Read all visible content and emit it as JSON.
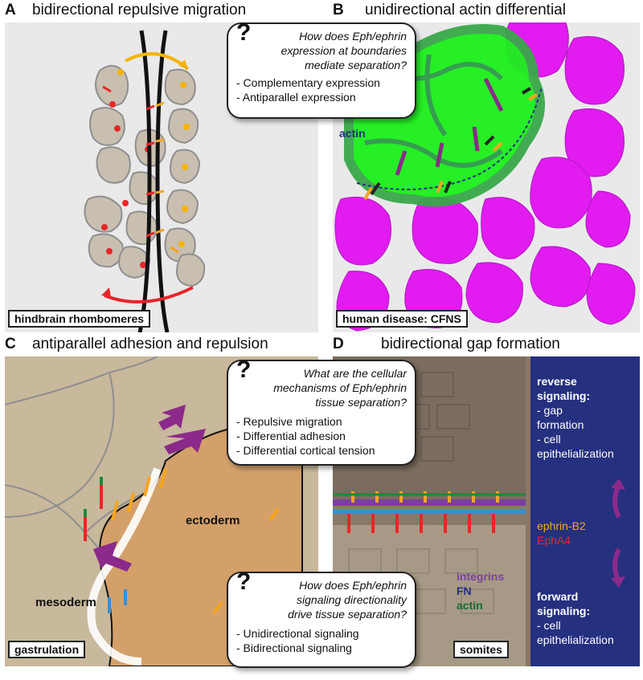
{
  "panels": {
    "a": {
      "letter": "A",
      "title": "bidirectional repulsive migration",
      "label": "hindbrain rhombomeres"
    },
    "b": {
      "letter": "B",
      "title": "unidirectional actin differential",
      "label": "human disease: CFNS",
      "actin_label": "actin"
    },
    "c": {
      "letter": "C",
      "title": "antiparallel adhesion and repulsion",
      "label": "gastrulation",
      "ectoderm_label": "ectoderm",
      "mesoderm_label": "mesoderm"
    },
    "d": {
      "letter": "D",
      "title": "bidirectional gap formation",
      "label": "somites",
      "legend": {
        "integrins": "integrins",
        "fn": "FN",
        "actin": "actin"
      },
      "side": {
        "reverse_title": "reverse",
        "reverse_title2": "signaling:",
        "reverse_items": [
          "- gap",
          "formation",
          "- cell",
          "epithelialization"
        ],
        "ligand": "ephrin-B2",
        "receptor": "EphA4",
        "forward_title": "forward",
        "forward_title2": "signaling:",
        "forward_items": [
          "- cell",
          "epithelialization"
        ]
      }
    }
  },
  "bubbles": {
    "top": {
      "q": "?",
      "lines": [
        "How does Eph/ephrin",
        "expression at boundaries",
        "mediate separation?"
      ],
      "items": [
        "- Complementary expression",
        "- Antiparallel expression"
      ]
    },
    "middle": {
      "q": "?",
      "lines": [
        "What are the cellular",
        "mechanisms of Eph/ephrin",
        "tissue separation?"
      ],
      "items": [
        "- Repulsive migration",
        "- Differential adhesion",
        "- Differential cortical tension"
      ]
    },
    "bottom": {
      "q": "?",
      "lines": [
        "How does Eph/ephrin",
        "signaling directionality",
        "drive tissue separation?"
      ],
      "items": [
        "- Unidirectional signaling",
        "- Bidirectional signaling"
      ]
    }
  },
  "colors": {
    "ephrin": "#f5a51f",
    "eph": "#e8262a",
    "actin": "#1a6b2e",
    "integrin": "#7b3fa0",
    "fn": "#25307f",
    "magenta": "#e21bf0",
    "green": "#1cf01c",
    "panel_bg": "#e9e9ea"
  }
}
